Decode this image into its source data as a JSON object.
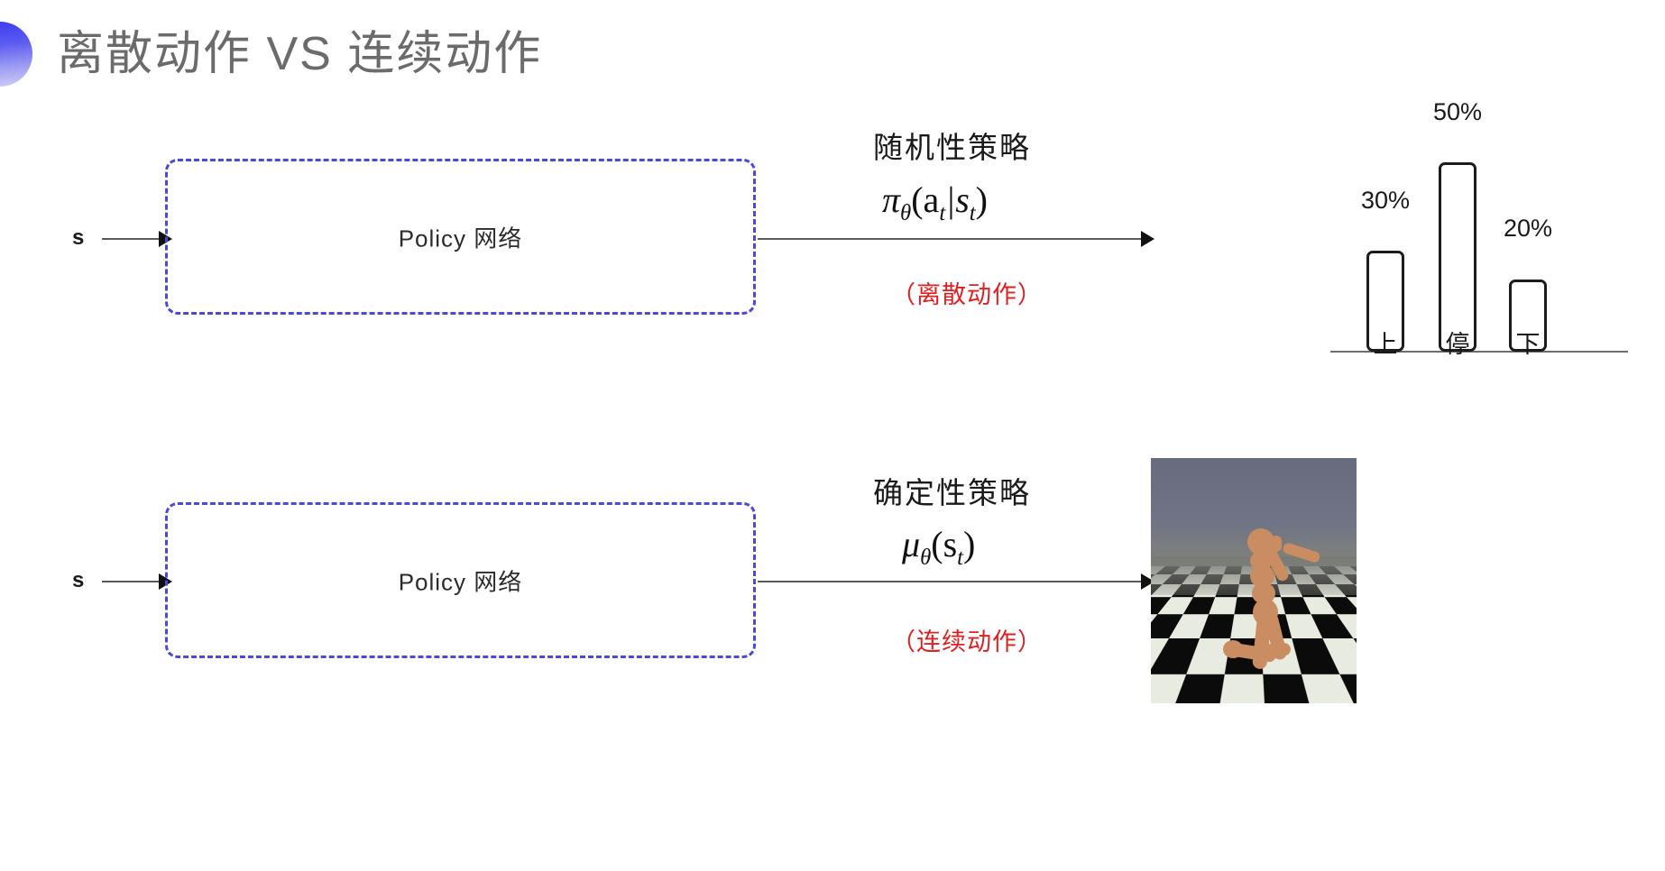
{
  "slide": {
    "title": "离散动作 VS 连续动作",
    "accent_color": "#4a4ad6",
    "title_color": "#6b6b6b",
    "note_color": "#e02020",
    "background": "#ffffff"
  },
  "rows": [
    {
      "id": "discrete",
      "input_label": "s",
      "box_label": "Policy 网络",
      "policy_name": "随机性策略",
      "formula_main": "π",
      "formula_sub_theta": "θ",
      "formula_args": "(a",
      "formula_args_sub1": "t",
      "formula_args_mid": "|s",
      "formula_args_sub2": "t",
      "formula_args_end": ")",
      "formula_plain": "πθ(at|st)",
      "action_note": "（离散动作）"
    },
    {
      "id": "continuous",
      "input_label": "s",
      "box_label": "Policy 网络",
      "policy_name": "确定性策略",
      "formula_main": "μ",
      "formula_sub_theta": "θ",
      "formula_args": "(s",
      "formula_args_sub1": "t",
      "formula_args_mid": "",
      "formula_args_sub2": "",
      "formula_args_end": ")",
      "formula_plain": "μθ(st)",
      "action_note": "（连续动作）"
    }
  ],
  "chart_data": {
    "type": "bar",
    "title": "",
    "xlabel": "",
    "ylabel": "",
    "categories": [
      "上",
      "停",
      "下"
    ],
    "values": [
      30,
      50,
      20
    ],
    "value_labels": [
      "30%",
      "50%",
      "20%"
    ],
    "ylim": [
      0,
      60
    ],
    "grid": false,
    "legend": "none",
    "bar_style": {
      "fill": "#ffffff",
      "stroke": "#1c1c1c",
      "rounded": true
    }
  },
  "simulation": {
    "caption": "",
    "description_name": "humanoid-mujoco-render",
    "sky_color": "#6f7486",
    "floor_colors": [
      "#e8ece0",
      "#0b0b0b"
    ],
    "body_color": "#c98d61"
  }
}
